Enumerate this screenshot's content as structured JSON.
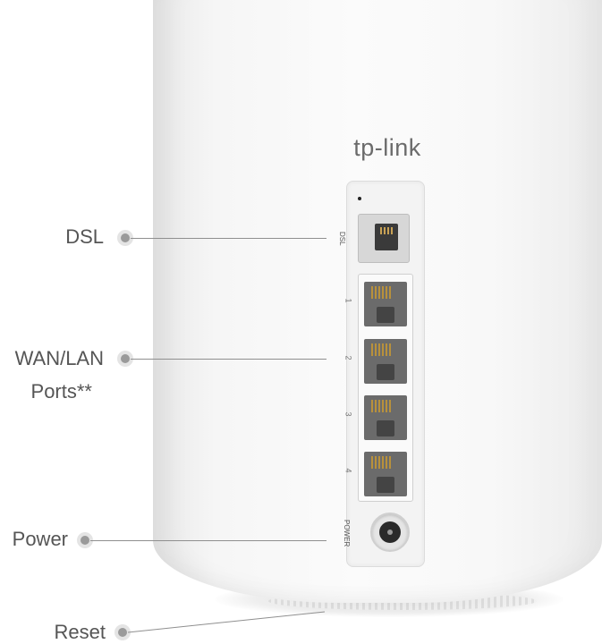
{
  "brand": {
    "logo_text": "tp-link"
  },
  "device": {
    "dsl_port_label": "DSL",
    "lan_port_numbers": [
      "1",
      "2",
      "3",
      "4"
    ],
    "power_port_label": "POWER"
  },
  "callouts": {
    "dsl": "DSL",
    "wan_lan_line1": "WAN/LAN",
    "wan_lan_line2": "Ports**",
    "power": "Power",
    "reset": "Reset"
  },
  "colors": {
    "device_body": "#f7f7f7",
    "label_text": "#555555",
    "callout_line": "#8f8f8f"
  }
}
